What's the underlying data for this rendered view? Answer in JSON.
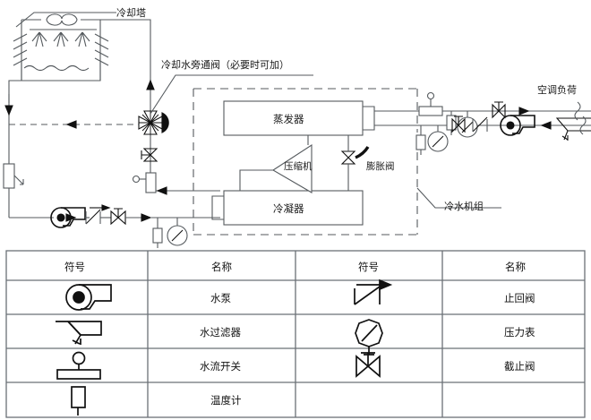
{
  "diagram": {
    "title_labels": {
      "cooling_tower": "冷却塔",
      "bypass_valve": "冷却水旁通阀（必要时可加）",
      "ac_load": "空调负荷",
      "chiller_unit": "冷水机组"
    },
    "equipment": {
      "evaporator": "蒸发器",
      "condenser": "冷凝器",
      "compressor": "压缩机",
      "expansion_valve": "膨胀阀"
    }
  },
  "legend": {
    "headers": [
      "符号",
      "名称",
      "符号",
      "名称"
    ],
    "rows": [
      {
        "symbol_left": "water-pump-symbol",
        "name_left": "水泵",
        "symbol_right": "check-valve-symbol",
        "name_right": "止回阀"
      },
      {
        "symbol_left": "water-filter-symbol",
        "name_left": "水过滤器",
        "symbol_right": "pressure-gauge-symbol",
        "name_right": "压力表"
      },
      {
        "symbol_left": "flow-switch-symbol",
        "name_left": "水流开关",
        "symbol_right": "stop-valve-symbol",
        "name_right": "截止阀"
      },
      {
        "symbol_left": "thermometer-symbol",
        "name_left": "温度计",
        "symbol_right": "",
        "name_right": ""
      }
    ]
  },
  "colors": {
    "line": "#555a5e",
    "dark": "#111111",
    "text": "#1a1a1a",
    "table_border": "#6b7076"
  }
}
